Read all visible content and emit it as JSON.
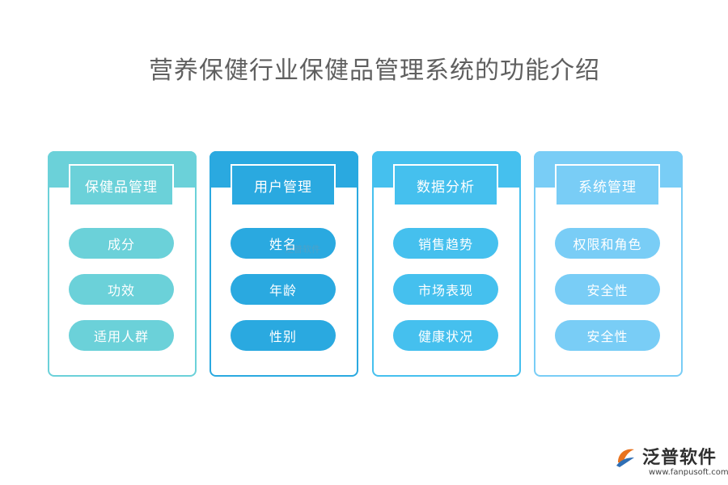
{
  "title": "营养保健行业保健品管理系统的功能介绍",
  "cards": [
    {
      "header": "保健品管理",
      "color": "#6bd1d9",
      "items": [
        "成分",
        "功效",
        "适用人群"
      ]
    },
    {
      "header": "用户管理",
      "color": "#2aa9e0",
      "items": [
        "姓名",
        "年龄",
        "性别"
      ]
    },
    {
      "header": "数据分析",
      "color": "#45c0ee",
      "items": [
        "销售趋势",
        "市场表现",
        "健康状况"
      ]
    },
    {
      "header": "系统管理",
      "color": "#79cdf6",
      "items": [
        "权限和角色",
        "安全性",
        "安全性"
      ]
    }
  ],
  "logo": {
    "brand": "泛普软件",
    "url": "www.fanpusoft.com"
  },
  "watermark": "泛普软件"
}
